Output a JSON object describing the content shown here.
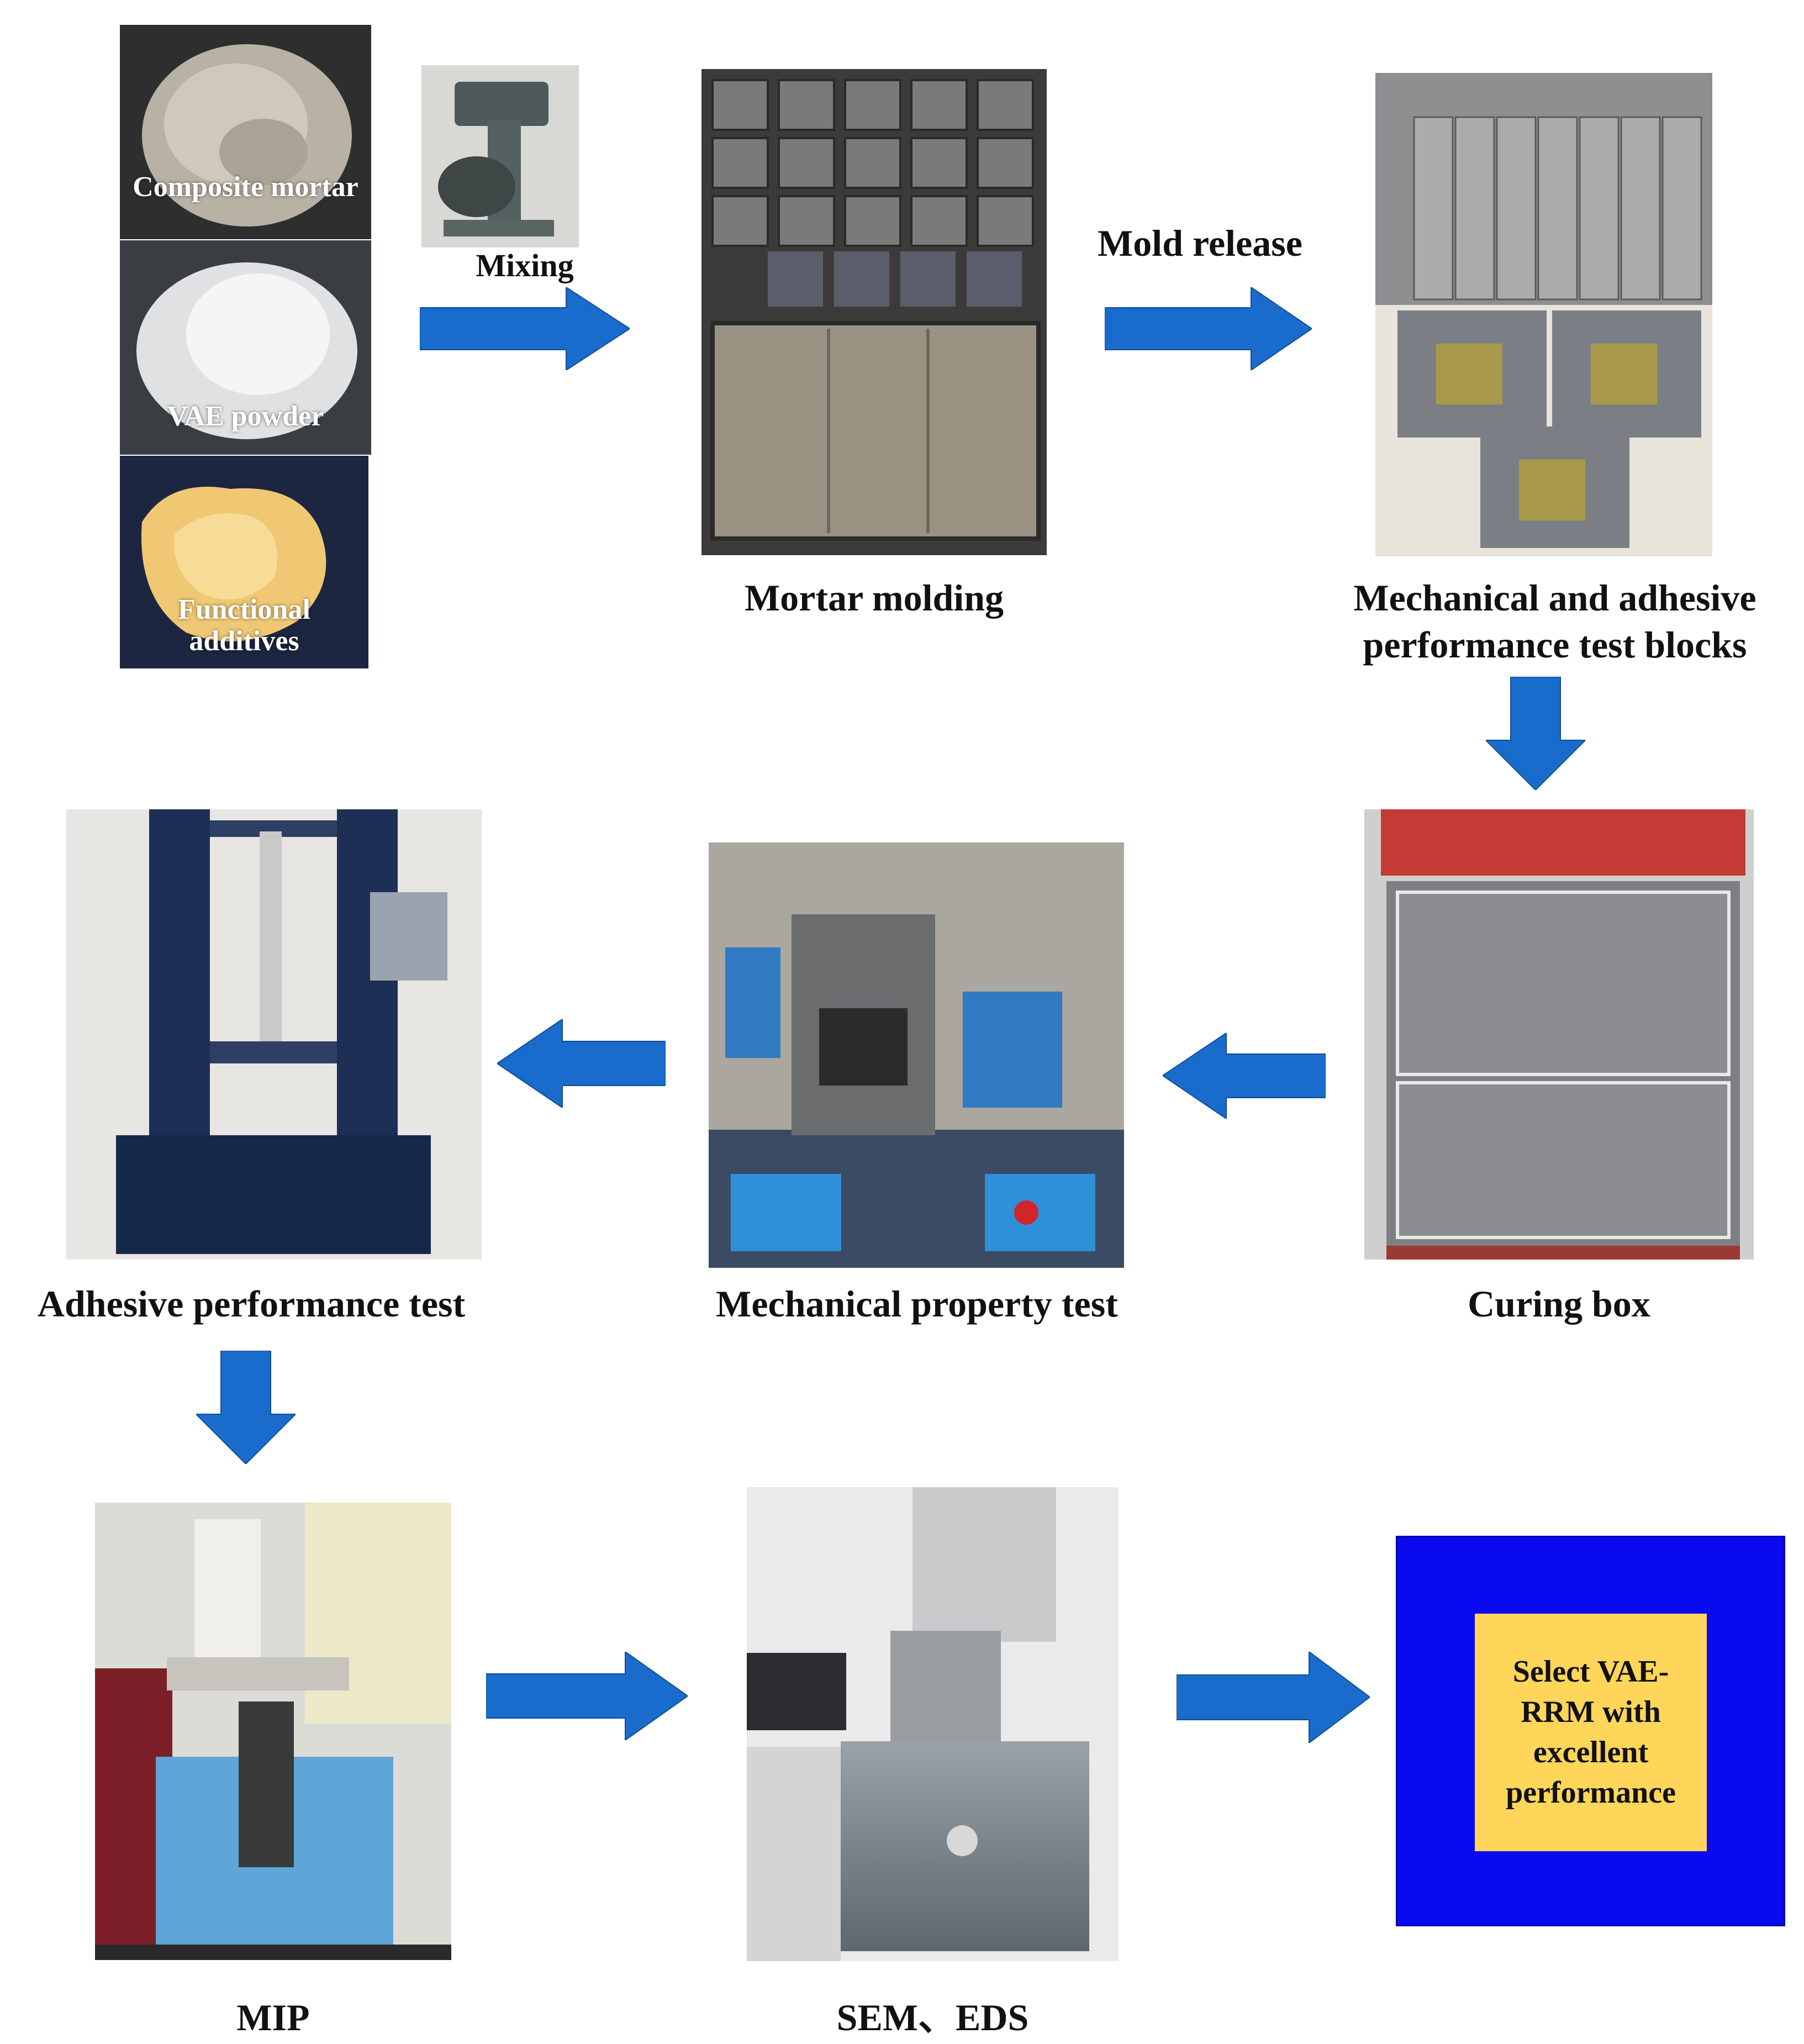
{
  "materials": {
    "composite_mortar": "Composite mortar",
    "vae_powder": "VAE powder",
    "functional_additives_line1": "Functional",
    "functional_additives_line2": "additives"
  },
  "steps": {
    "mixing": "Mixing",
    "mortar_molding": "Mortar molding",
    "mold_release": "Mold release",
    "test_blocks_line1": "Mechanical and adhesive",
    "test_blocks_line2": "performance test blocks",
    "curing_box": "Curing box",
    "mechanical_test": "Mechanical property test",
    "adhesive_test": "Adhesive performance test",
    "mip": "MIP",
    "sem_eds": "SEM、EDS"
  },
  "result": {
    "line1": "Select VAE-",
    "line2": "RRM with",
    "line3": "excellent",
    "line4": "performance"
  },
  "colors": {
    "arrow": "#1a6ccc",
    "result_outer": "#0a0af0",
    "result_inner": "#ffd55a"
  },
  "icons": {
    "arrow_right": "arrow-right-icon",
    "arrow_left": "arrow-left-icon",
    "arrow_down": "arrow-down-icon"
  }
}
